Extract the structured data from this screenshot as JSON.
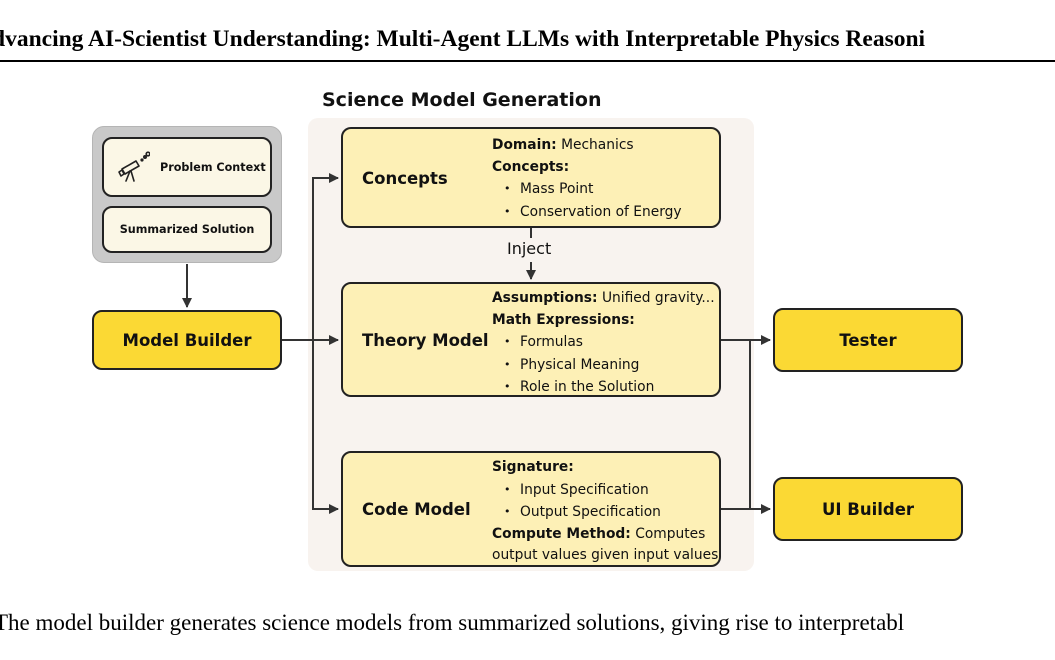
{
  "header": {
    "title": "dvancing AI-Scientist Understanding: Multi-Agent LLMs with Interpretable Physics Reasoni"
  },
  "section": {
    "title": "Science Model Generation"
  },
  "context": {
    "problem_context": "Problem Context",
    "summarized_solution": "Summarized Solution"
  },
  "nodes": {
    "model_builder": "Model Builder",
    "tester": "Tester",
    "ui_builder": "UI Builder"
  },
  "concepts": {
    "label": "Concepts",
    "domain_key": "Domain:",
    "domain_value": "Mechanics",
    "concepts_key": "Concepts:",
    "items": [
      "Mass Point",
      "Conservation of Energy"
    ]
  },
  "inject_label": "Inject",
  "theory": {
    "label": "Theory Model",
    "assumptions_key": "Assumptions:",
    "assumptions_value": "Unified gravity...",
    "math_key": "Math Expressions:",
    "items": [
      "Formulas",
      "Physical Meaning",
      "Role in the Solution"
    ]
  },
  "code": {
    "label": "Code Model",
    "signature_key": "Signature:",
    "items": [
      "Input Specification",
      "Output Specification"
    ],
    "compute_key": "Compute Method:",
    "compute_value": "Computes",
    "compute_line2": "output values given input values"
  },
  "caption": {
    "text": "The model builder generates science models from summarized solutions, giving rise to interpretabl"
  },
  "colors": {
    "accent": "#fbd934",
    "panel": "#fdf0b6",
    "section_bg": "#f8f3ef",
    "context_bg": "#c9c9c9"
  }
}
